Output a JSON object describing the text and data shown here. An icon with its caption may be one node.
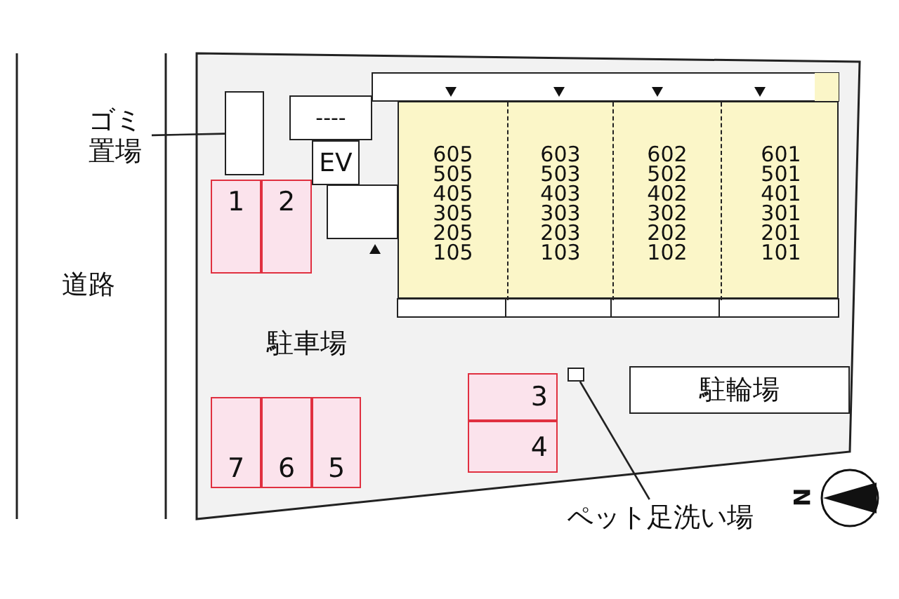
{
  "diagram": {
    "nodes": [
      {
        "text": [
          "ゴミ置場"
        ]
      },
      {
        "text": [],
        "shape": "box"
      },
      {
        "text": [
          "----"
        ]
      },
      {
        "text": [
          "EV"
        ]
      },
      {
        "text": [],
        "shape": "box"
      },
      {
        "text": [
          "605 505 405 305 205 105"
        ],
        "in": 4
      },
      {
        "text": [
          "603 503 403 303 203 103"
        ],
        "in": 4
      },
      {
        "text": [
          "602 502 402 302 202 102"
        ],
        "in": 4
      },
      {
        "text": [
          "601 501 401 301 201 101"
        ],
        "in": 4
      },
      {
        "text": [
          "1"
        ]
      },
      {
        "text": [
          "2"
        ]
      },
      {
        "text": [
          "3"
        ]
      },
      {
        "text": [
          "4"
        ]
      },
      {
        "text": [
          "7"
        ]
      },
      {
        "text": [
          "6"
        ]
      },
      {
        "text": [
          "5"
        ]
      },
      {
        "text": [
          "駐輪場"
        ]
      },
      {
        "text": [
          "ペット足洗い場"
        ]
      },
      {
        "text": [],
        "shape": "box"
      }
    ],
    "edges": [
      {
        "from": 0,
        "to": 1,
        "arrow": "none"
      },
      {
        "from": 17,
        "to": 18,
        "arrow": "none"
      }
    ],
    "labels": [
      "道路",
      "駐車場",
      "N"
    ]
  }
}
